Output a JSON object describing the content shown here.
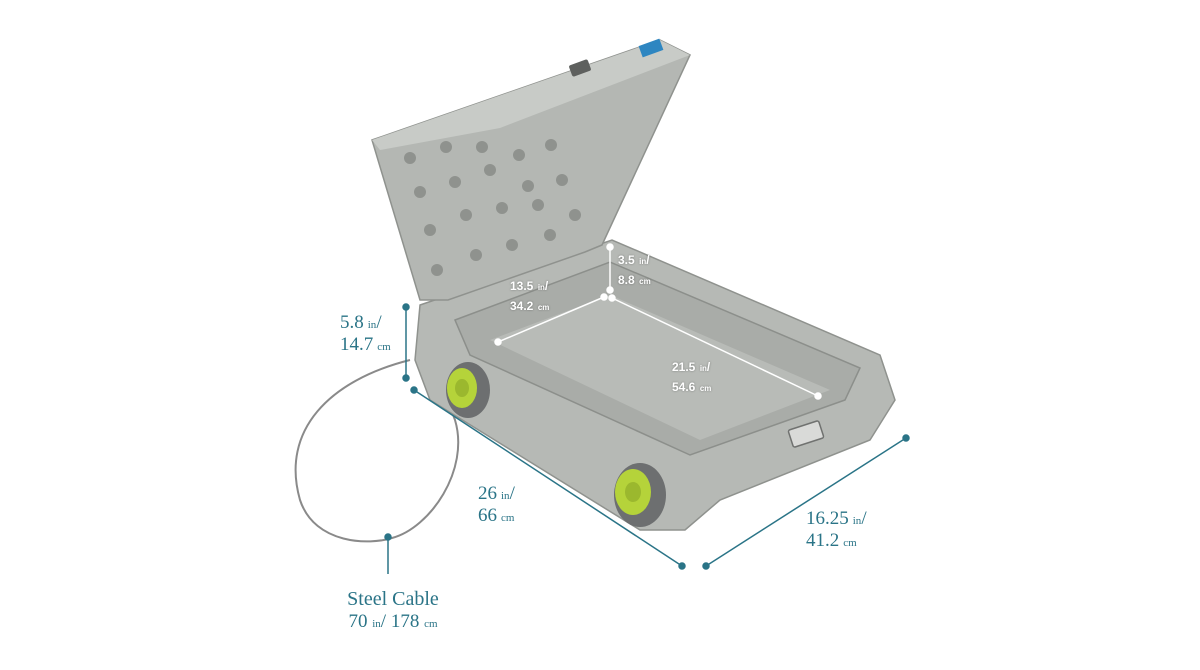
{
  "image": {
    "subject": "underbed safe with wheels",
    "colors": {
      "body": "#b9bcb8",
      "body_dark": "#9a9d99",
      "wheel_tire": "#6d6f70",
      "wheel_hub": "#b5d33a",
      "dimension_line": "#2a7487",
      "interior_line": "#ffffff",
      "cable": "#8a8a8a"
    }
  },
  "dimensions": {
    "height": {
      "value_in": "5.8",
      "unit_in": "in",
      "value_cm": "14.7",
      "unit_cm": "cm"
    },
    "length": {
      "value_in": "26",
      "unit_in": "in",
      "value_cm": "66",
      "unit_cm": "cm"
    },
    "width": {
      "value_in": "16.25",
      "unit_in": "in",
      "value_cm": "41.2",
      "unit_cm": "cm"
    },
    "interior_width": {
      "value_in": "13.5",
      "unit_in": "in",
      "value_cm": "34.2",
      "unit_cm": "cm"
    },
    "interior_depth": {
      "value_in": "3.5",
      "unit_in": "in",
      "value_cm": "8.8",
      "unit_cm": "cm"
    },
    "interior_length": {
      "value_in": "21.5",
      "unit_in": "in",
      "value_cm": "54.6",
      "unit_cm": "cm"
    }
  },
  "cable": {
    "title": "Steel Cable",
    "value_in": "70",
    "unit_in": "in",
    "value_cm": "178",
    "unit_cm": "cm"
  }
}
